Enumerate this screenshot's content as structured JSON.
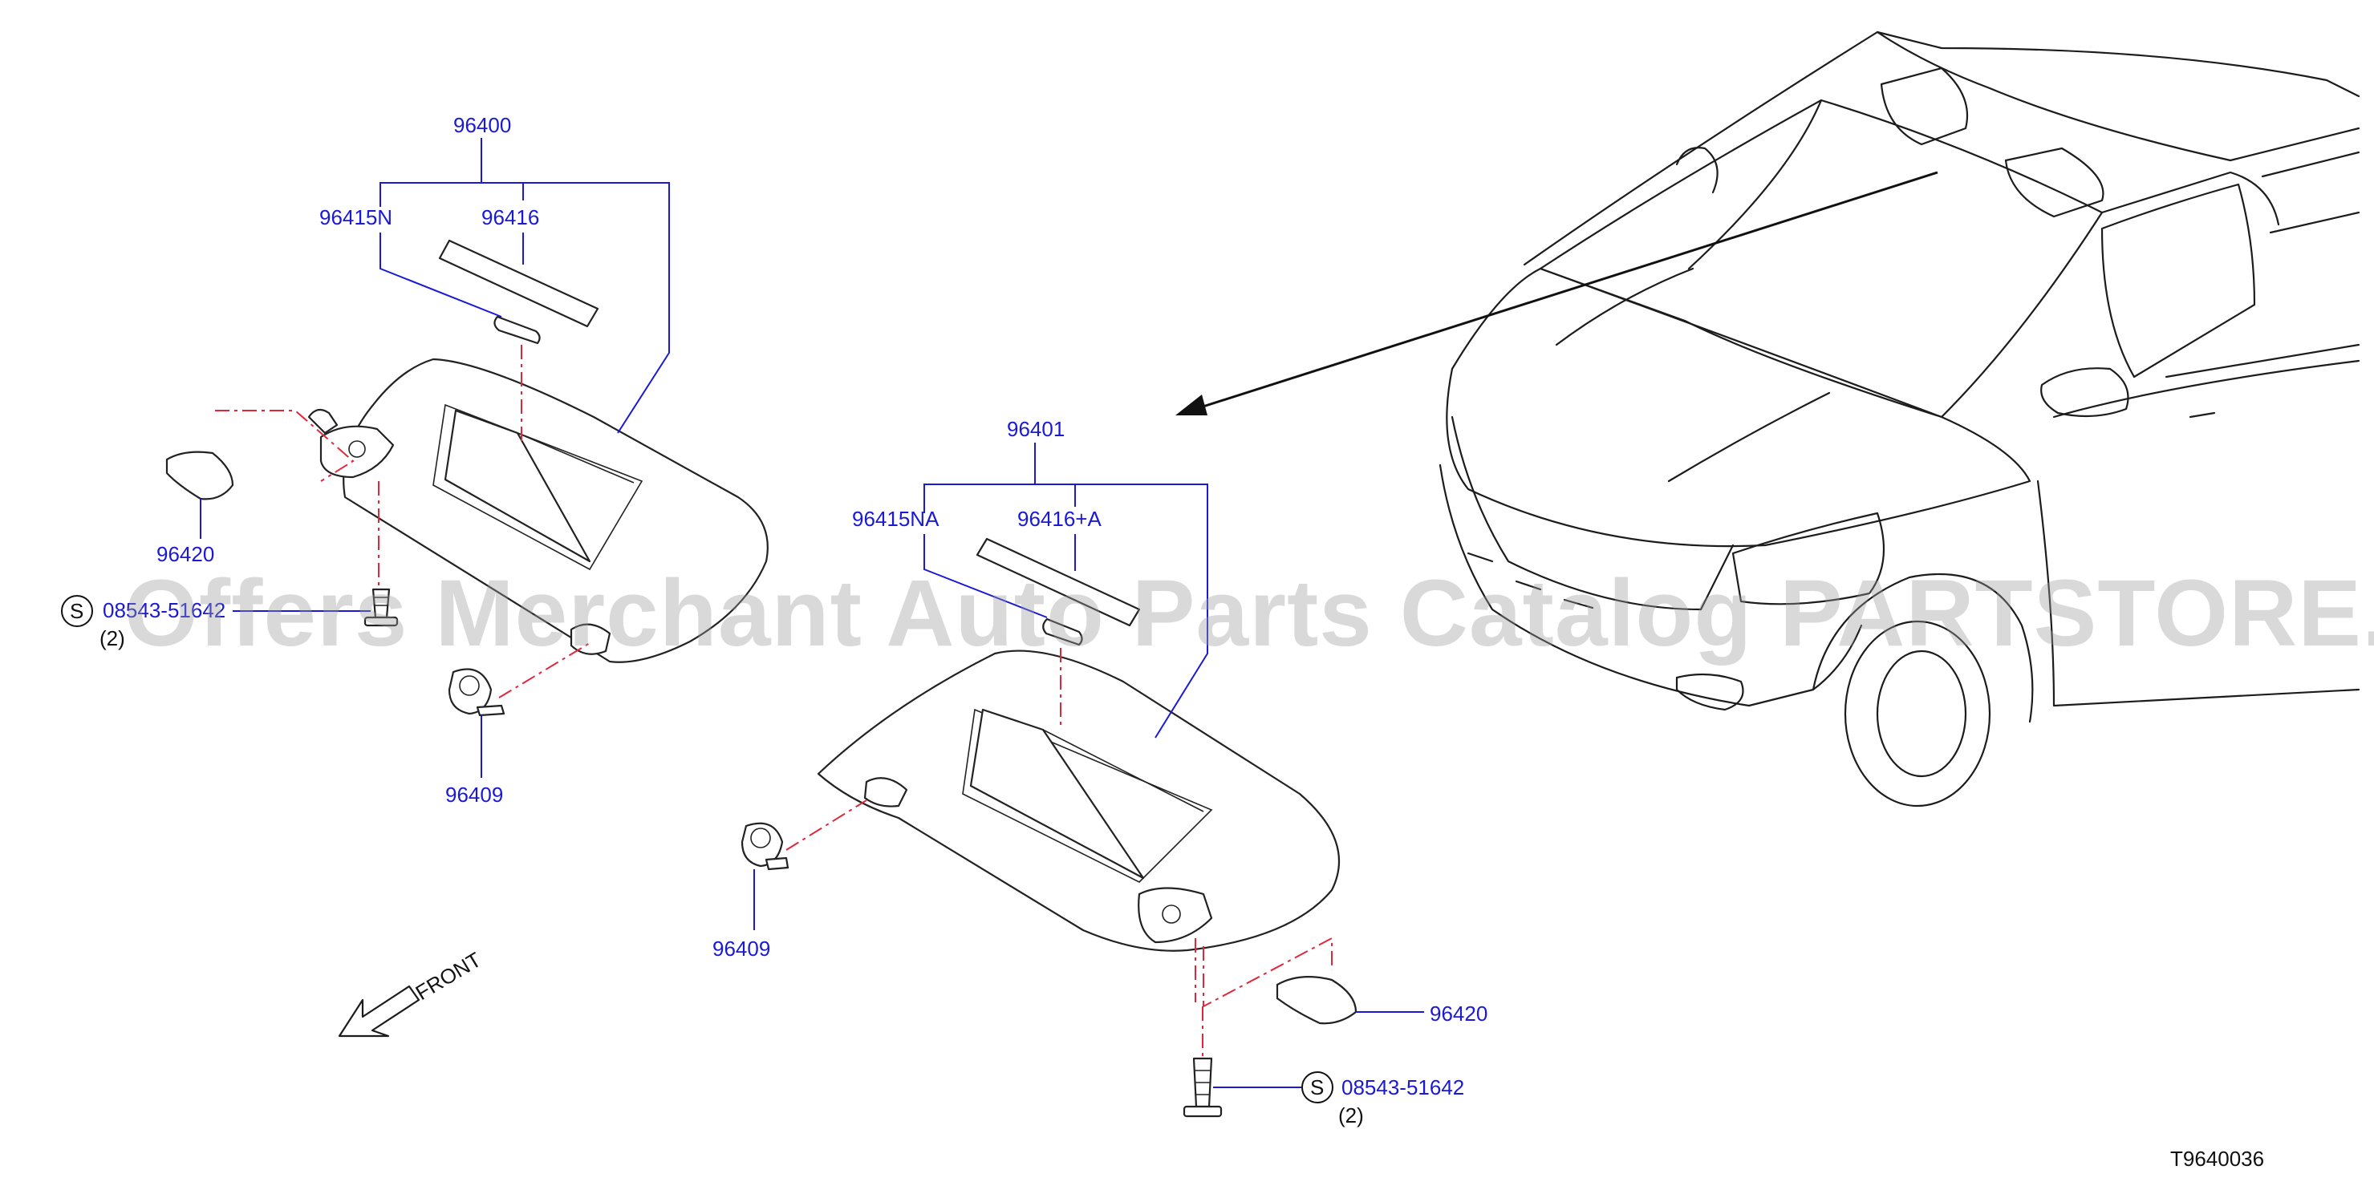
{
  "callouts": {
    "visor_left_assy": "96400",
    "mirror_left": "96415N",
    "strip_left": "96416",
    "cover_left": "96420",
    "screw_left_code": "08543-51642",
    "screw_left_qty": "(2)",
    "holder_left": "96409",
    "visor_right_assy": "96401",
    "mirror_right": "96415NA",
    "strip_right": "96416+A",
    "holder_right": "96409",
    "cover_right": "96420",
    "screw_right_code": "08543-51642",
    "screw_right_qty": "(2)"
  },
  "symbols": {
    "standard_part": "S"
  },
  "direction": {
    "front": "FRONT"
  },
  "diagram_code": "T9640036",
  "watermark": "Offers Merchant Auto Parts Catalog PARTSTORE.SA",
  "colors": {
    "callout": "#1a1ad6",
    "centerline": "#e0283c",
    "ink": "#222222"
  }
}
